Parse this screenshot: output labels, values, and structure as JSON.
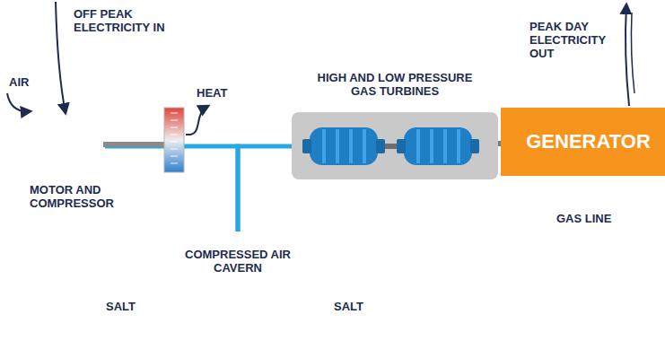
{
  "diagram": {
    "nodes": [
      {
        "text": [
          "MOTOR AND COMPRESSOR"
        ]
      },
      {
        "text": [
          "HIGH AND LOW PRESSURE GAS TURBINES"
        ]
      },
      {
        "text": [
          "GENERATOR"
        ]
      },
      {
        "text": [
          "SALT",
          "SALT"
        ]
      },
      {
        "text": [
          "COMPRESSED AIR CAVERN"
        ],
        "in": 3
      }
    ],
    "edges": [
      {
        "from": 0,
        "to": 4,
        "arrow": "none"
      },
      {
        "from": 4,
        "to": 1,
        "arrow": "none"
      },
      {
        "from": 1,
        "to": 2,
        "arrow": "none"
      }
    ],
    "labels": [
      "OFF PEAK ELECTRICITY IN",
      "AIR",
      "HEAT",
      "PEAK DAY ELECTRICITY OUT",
      "GAS LINE"
    ]
  }
}
